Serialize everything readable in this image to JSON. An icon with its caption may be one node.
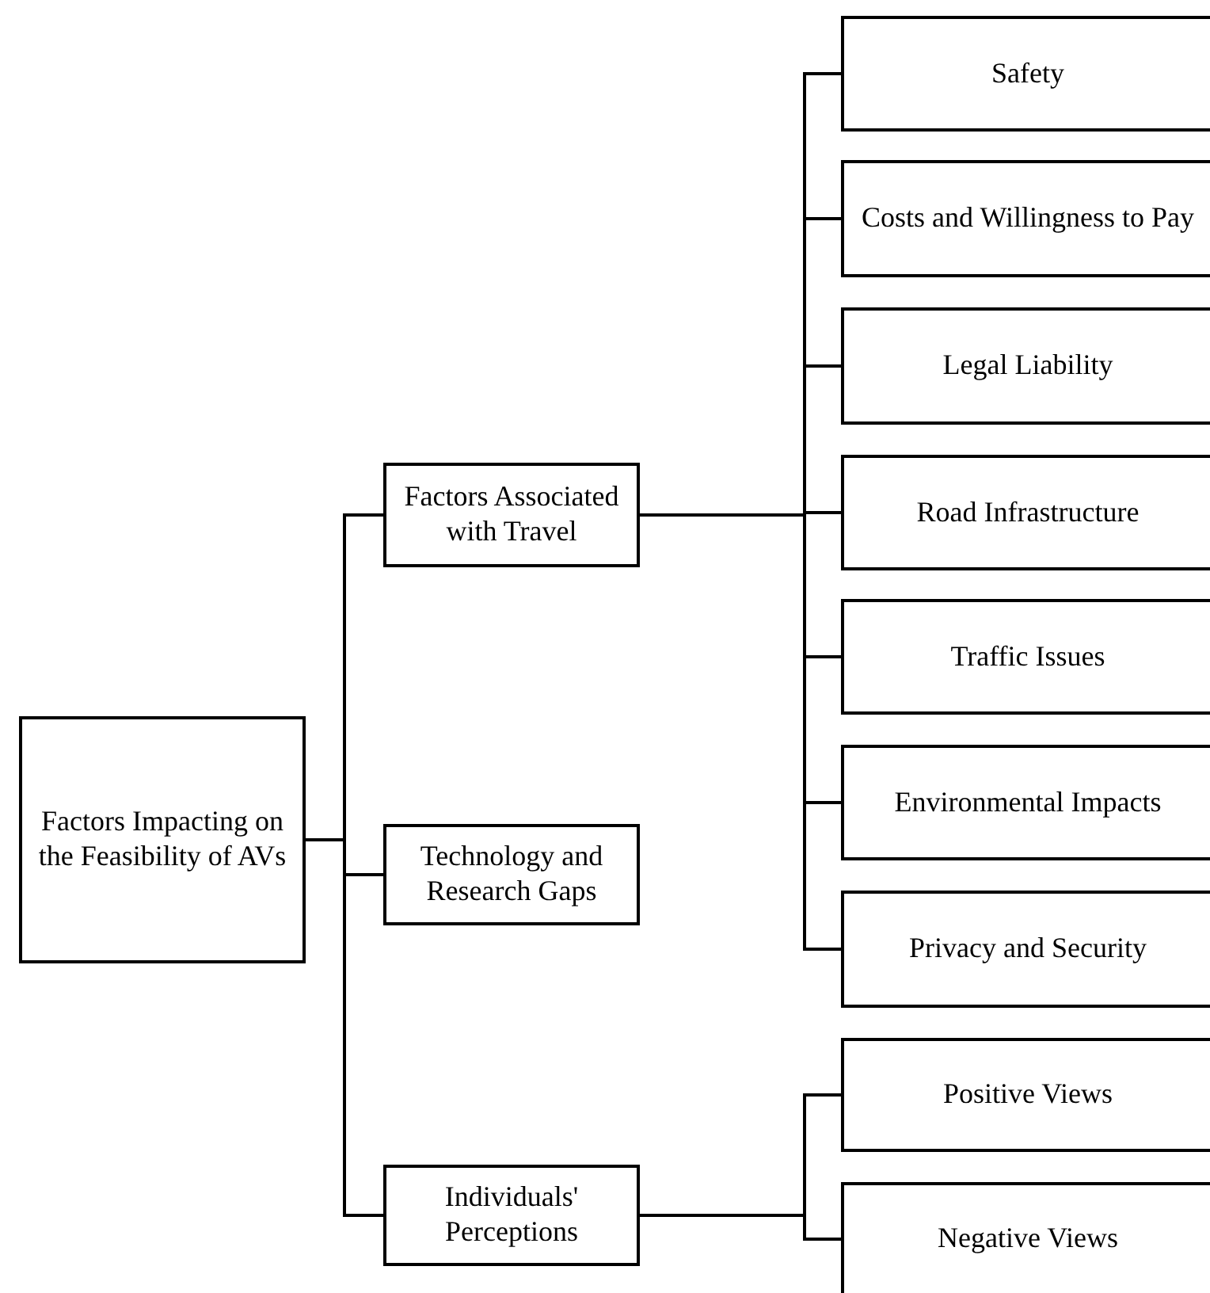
{
  "diagram": {
    "nodes": [
      {
        "text": [
          "Factors Impacting on the Feasibility of AVs"
        ]
      },
      {
        "text": [
          "Factors Associated with Travel"
        ]
      },
      {
        "text": [
          "Technology and Research Gaps"
        ]
      },
      {
        "text": [
          "Individuals' Perceptions"
        ]
      },
      {
        "text": [
          "Safety"
        ]
      },
      {
        "text": [
          "Costs and Willingness to Pay"
        ]
      },
      {
        "text": [
          "Legal Liability"
        ]
      },
      {
        "text": [
          "Road Infrastructure"
        ]
      },
      {
        "text": [
          "Traffic Issues"
        ]
      },
      {
        "text": [
          "Environmental Impacts"
        ]
      },
      {
        "text": [
          "Privacy and Security"
        ]
      },
      {
        "text": [
          "Positive Views"
        ]
      },
      {
        "text": [
          "Negative Views"
        ]
      }
    ],
    "edges": [
      {
        "from": 0,
        "to": 1,
        "arrow": "none"
      },
      {
        "from": 0,
        "to": 2,
        "arrow": "none"
      },
      {
        "from": 0,
        "to": 3,
        "arrow": "none"
      },
      {
        "from": 1,
        "to": 4,
        "arrow": "none"
      },
      {
        "from": 1,
        "to": 5,
        "arrow": "none"
      },
      {
        "from": 1,
        "to": 6,
        "arrow": "none"
      },
      {
        "from": 1,
        "to": 7,
        "arrow": "none"
      },
      {
        "from": 1,
        "to": 8,
        "arrow": "none"
      },
      {
        "from": 1,
        "to": 9,
        "arrow": "none"
      },
      {
        "from": 1,
        "to": 10,
        "arrow": "none"
      },
      {
        "from": 3,
        "to": 11,
        "arrow": "none"
      },
      {
        "from": 3,
        "to": 12,
        "arrow": "none"
      }
    ]
  }
}
